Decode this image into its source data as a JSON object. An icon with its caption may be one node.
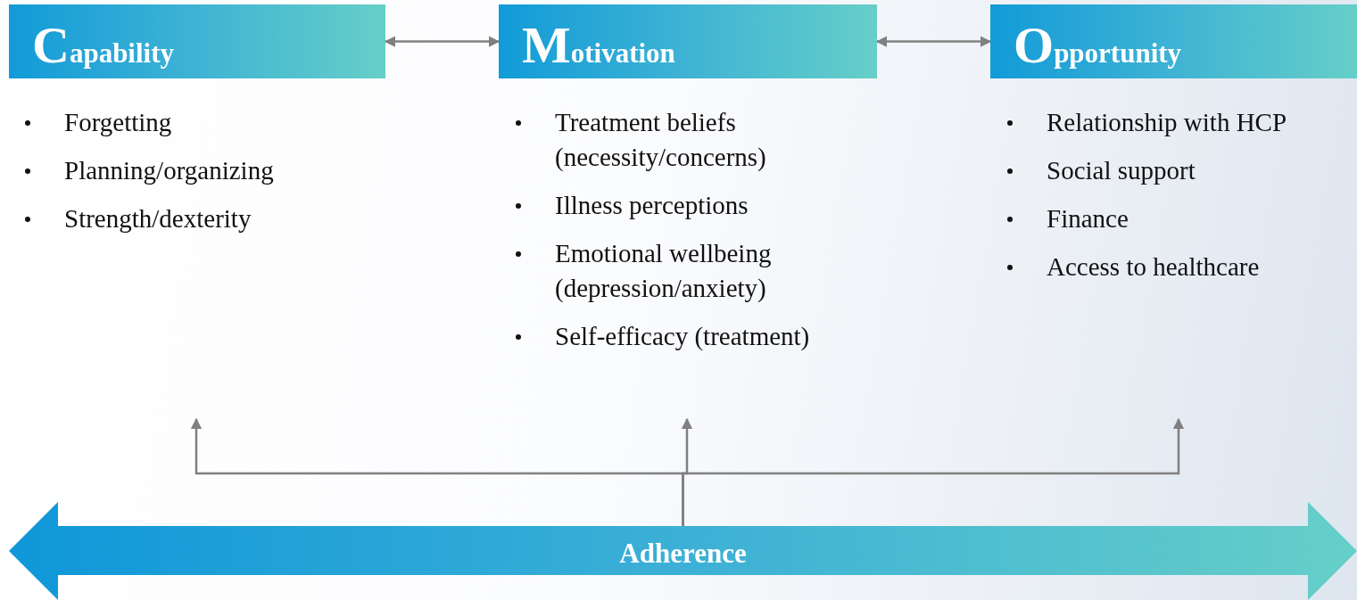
{
  "diagram": {
    "nodes": [
      {
        "text": [
          "Capability"
        ]
      },
      {
        "text": [
          "Motivation"
        ]
      },
      {
        "text": [
          "Opportunity"
        ]
      },
      {
        "text": [
          "Adherence"
        ]
      }
    ],
    "edges": [
      {
        "from": 0,
        "to": 1,
        "arrow": "both"
      },
      {
        "from": 1,
        "to": 2,
        "arrow": "both"
      },
      {
        "from": 3,
        "to": null,
        "arrow": "to"
      },
      {
        "from": 3,
        "to": null,
        "arrow": "to"
      },
      {
        "from": 3,
        "to": null,
        "arrow": "to"
      }
    ],
    "labels": [
      "Forgetting",
      "Planning/organizing",
      "Strength/dexterity",
      "Treatment beliefs (necessity/concerns)",
      "Illness perceptions",
      "Emotional wellbeing (depression/anxiety)",
      "Self-efficacy (treatment)",
      "Relationship with HCP",
      "Social support",
      "Finance",
      "Access to healthcare"
    ]
  }
}
